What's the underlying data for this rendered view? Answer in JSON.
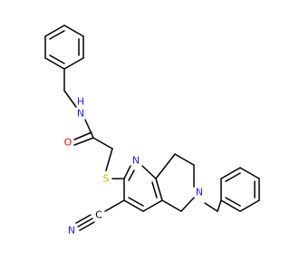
{
  "atom_labels": {
    "amide_n": "N",
    "amide_h": "H",
    "carbonyl_o": "O",
    "thioether_s": "S",
    "pyridine_n": "N",
    "ring_n": "N",
    "nitrile_c": "C",
    "nitrile_n": "N"
  },
  "colors": {
    "carbon": "#000000",
    "nitrogen": "#2020ff",
    "oxygen": "#ff0000",
    "sulfur": "#b8b800"
  }
}
